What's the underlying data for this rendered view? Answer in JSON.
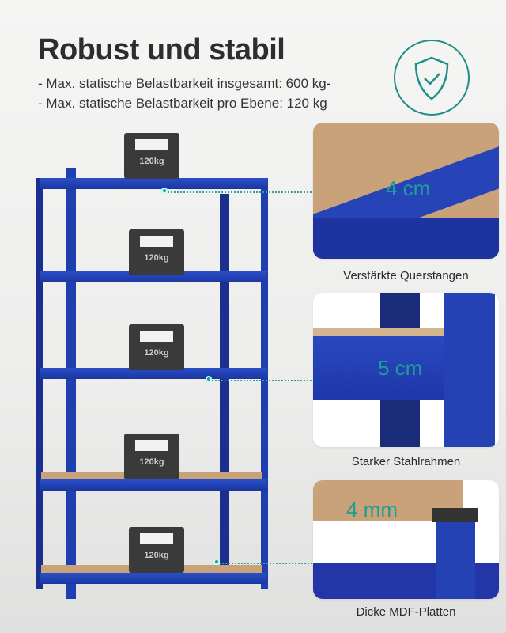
{
  "header": {
    "title": "Robust und stabil",
    "bullets": [
      "- Max. statische Belastbarkeit insgesamt: 600 kg-",
      "- Max. statische Belastbarkeit pro Ebene: 120 kg"
    ],
    "badge_icon": "shield-check-icon"
  },
  "product": {
    "weight_label": "120kg",
    "shelf_count": 5,
    "colors": {
      "frame": "#1f3fb0",
      "board": "#c9a27a",
      "accent": "#1f9e92"
    }
  },
  "details": [
    {
      "caption": "Verstärkte Querstangen",
      "dimension": "4 cm"
    },
    {
      "caption": "Starker Stahlrahmen",
      "dimension": "5 cm"
    },
    {
      "caption": "Dicke MDF-Platten",
      "dimension": "4 mm"
    }
  ]
}
